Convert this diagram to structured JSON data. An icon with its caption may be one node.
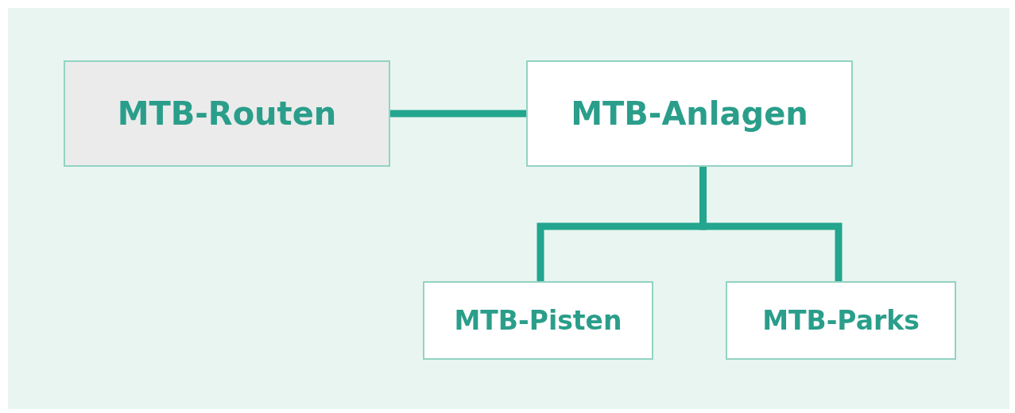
{
  "diagram": {
    "nodes": [
      {
        "text": [
          "MTB-Routen"
        ]
      },
      {
        "text": [
          "MTB-Anlagen"
        ]
      },
      {
        "text": [
          "MTB-Pisten"
        ]
      },
      {
        "text": [
          "MTB-Parks"
        ]
      }
    ],
    "edges": [
      {
        "from": 0,
        "to": 1,
        "arrow": "none"
      },
      {
        "from": 1,
        "to": 2,
        "arrow": "none"
      },
      {
        "from": 1,
        "to": 3,
        "arrow": "none"
      }
    ]
  }
}
